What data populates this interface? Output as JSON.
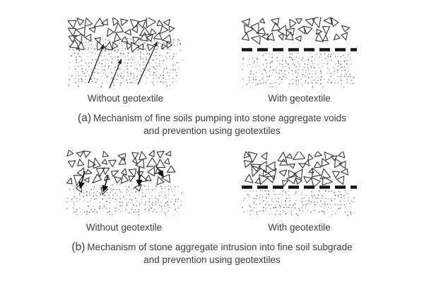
{
  "figure": {
    "background": "#ffffff",
    "ink_color": "#3a3a3a",
    "soil_dot_color": "#555555",
    "geotextile_color": "#141414",
    "text_color": "#3b3b3b",
    "sections": [
      {
        "marker": "(a)",
        "caption_line1": "Mechanism of fine soils pumping into stone aggregate voids",
        "caption_line2": "and prevention using geotextiles",
        "panels": [
          {
            "label": "Without geotextile"
          },
          {
            "label": "With geotextile"
          }
        ]
      },
      {
        "marker": "(b)",
        "caption_line1": "Mechanism of stone aggregate intrusion into fine soil subgrade",
        "caption_line2": "and prevention using geotextiles",
        "panels": [
          {
            "label": "Without geotextile"
          },
          {
            "label": "With geotextile"
          }
        ]
      }
    ]
  }
}
